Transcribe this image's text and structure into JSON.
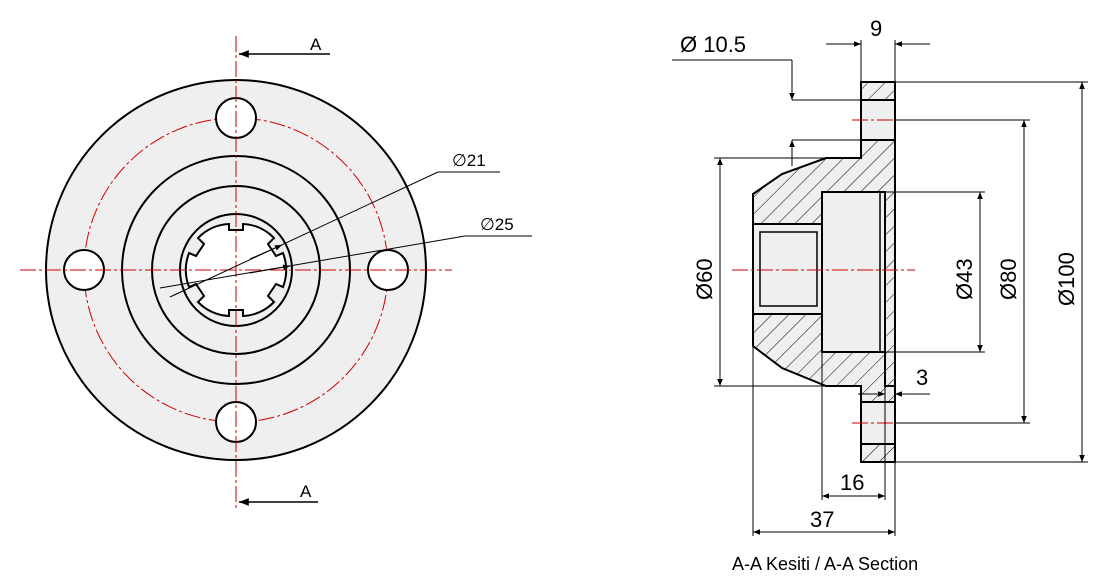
{
  "drawing": {
    "section_marker": "A",
    "caption": "A-A Kesiti / A-A Section",
    "front_dims": {
      "d21": "∅21",
      "d25": "∅25"
    },
    "section_dims": {
      "d10_5": "Ø 10.5",
      "w9": "9",
      "d60": "Ø60",
      "d43": "Ø43",
      "d80": "Ø80",
      "d100": "Ø100",
      "w3": "3",
      "w16": "16",
      "w37": "37"
    },
    "colors": {
      "centerline": "#cc0000",
      "part_fill": "#efefef",
      "line": "#000000"
    }
  }
}
